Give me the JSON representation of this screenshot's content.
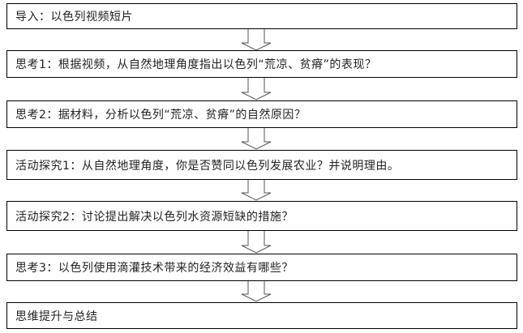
{
  "flowchart": {
    "steps": [
      {
        "label": "导入：以色列视频短片"
      },
      {
        "label": "思考1：根据视频，从自然地理角度指出以色列“荒凉、贫瘠”的表现？"
      },
      {
        "label": "思考2：据材料，分析以色列“荒凉、贫瘠”的自然原因？"
      },
      {
        "label": "活动探究1：从自然地理角度，你是否赞同以色列发展农业？并说明理由。"
      },
      {
        "label": "活动探究2：讨论提出解决以色列水资源短缺的措施？"
      },
      {
        "label": "思考3：以色列使用滴灌技术带来的经济效益有哪些？"
      },
      {
        "label": "思维提升与总结"
      }
    ],
    "connector_icon": "hollow-down-arrow",
    "colors": {
      "border": "#000000",
      "arrow_stroke": "#555555",
      "text": "#222222"
    }
  }
}
